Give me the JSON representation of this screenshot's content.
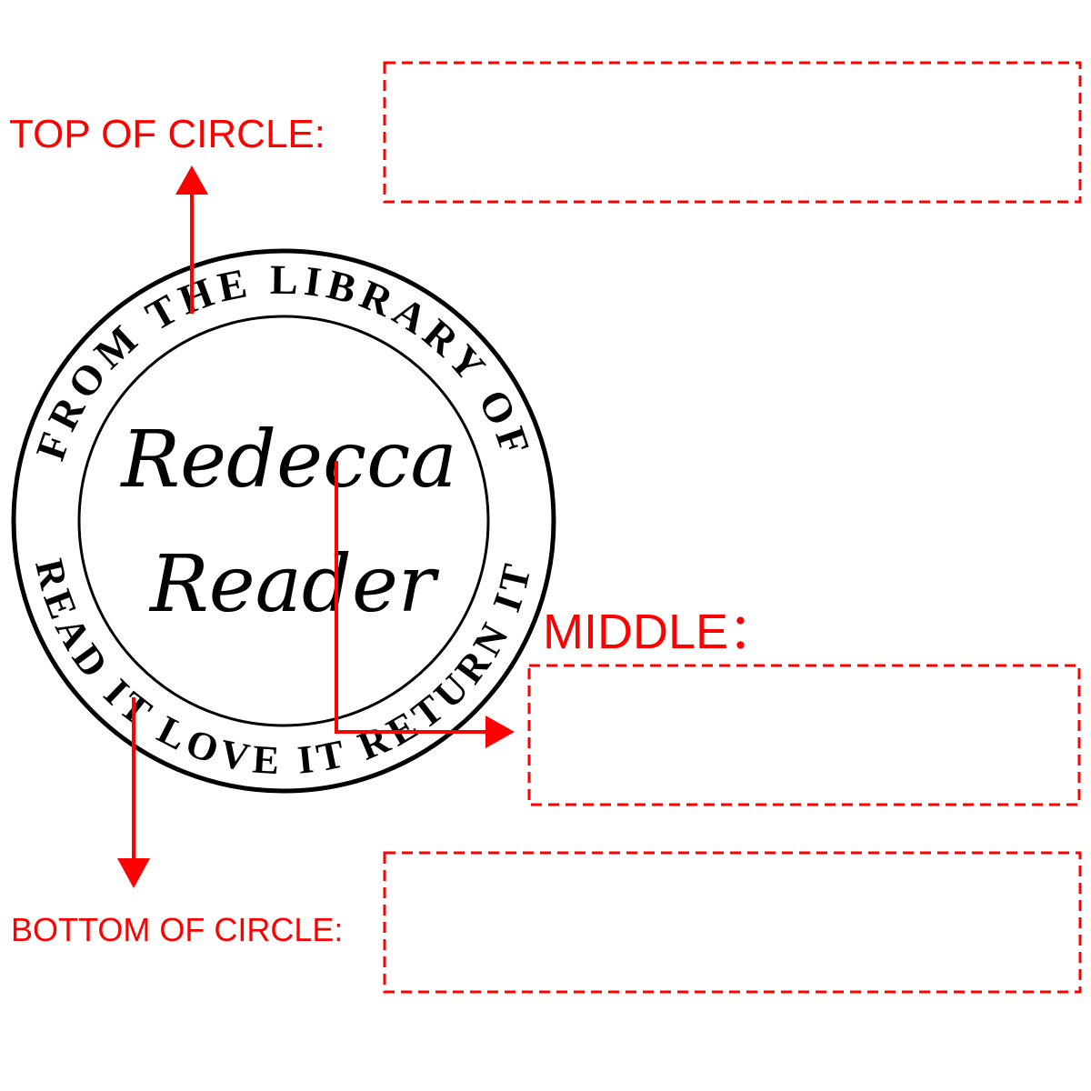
{
  "stamp": {
    "top_arc_text": "FROM THE LIBRARY OF",
    "bottom_arc_text": "READ IT LOVE IT RETURN IT",
    "name_line_1": "Redecca",
    "name_line_2": "Reader"
  },
  "labels": {
    "top": "TOP OF CIRCLE:",
    "middle": "MIDDLE：",
    "bottom": "BOTTOM OF CIRCLE:"
  },
  "fields": {
    "top_value": "",
    "middle_value": "",
    "bottom_value": ""
  },
  "colors": {
    "annotation": "#ff0000",
    "stamp": "#000000"
  }
}
